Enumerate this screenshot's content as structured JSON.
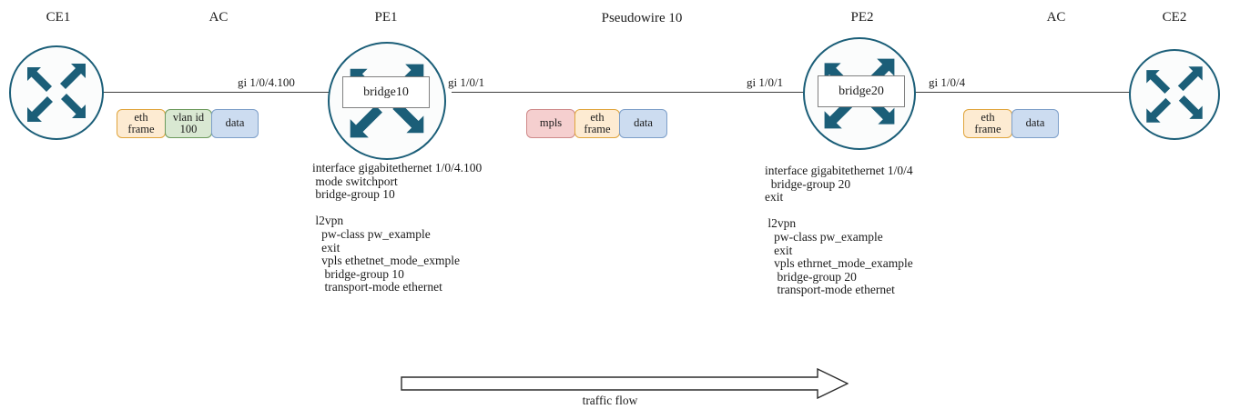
{
  "diagram": {
    "title": "L2VPN VPLS Pseudowire topology",
    "colors": {
      "router_stroke": "#1b5e78",
      "router_fill": "#fbfcfc",
      "arrow_fill": "#1b5e78",
      "link_stroke": "#3d3d3d",
      "bridge_border": "#808080",
      "pkt_eth": "#fdebd2",
      "pkt_vlan": "#d9e8d2",
      "pkt_data": "#ccdcf0",
      "pkt_mpls": "#f5cfcf"
    }
  },
  "nodes": [
    {
      "id": "ce1",
      "label": "CE1",
      "type": "router-icon"
    },
    {
      "id": "pe1",
      "label": "PE1",
      "type": "router-icon",
      "bridge": "bridge10"
    },
    {
      "id": "pe2",
      "label": "PE2",
      "type": "router-icon",
      "bridge": "bridge20"
    },
    {
      "id": "ce2",
      "label": "CE2",
      "type": "router-icon"
    }
  ],
  "segment_labels": [
    {
      "id": "ac-left",
      "label": "AC"
    },
    {
      "id": "pseudowire",
      "label": "Pseudowire 10"
    },
    {
      "id": "ac-right",
      "label": "AC"
    }
  ],
  "interfaces": [
    {
      "id": "if-ce1-pe1",
      "label": "gi 1/0/4.100"
    },
    {
      "id": "if-pe1-core",
      "label": "gi 1/0/1"
    },
    {
      "id": "if-pe2-core",
      "label": "gi 1/0/1"
    },
    {
      "id": "if-pe2-ce2",
      "label": "gi 1/0/4"
    }
  ],
  "packet_stacks": [
    {
      "id": "packet-stack-ac-left",
      "fields": [
        {
          "kind": "eth",
          "text": "eth\nframe"
        },
        {
          "kind": "vlan",
          "text": "vlan id\n100"
        },
        {
          "kind": "data",
          "text": "data"
        }
      ]
    },
    {
      "id": "packet-stack-pseudowire",
      "fields": [
        {
          "kind": "mpls",
          "text": "mpls"
        },
        {
          "kind": "eth",
          "text": "eth\nframe"
        },
        {
          "kind": "data",
          "text": "data"
        }
      ]
    },
    {
      "id": "packet-stack-ac-right",
      "fields": [
        {
          "kind": "eth",
          "text": "eth\nframe"
        },
        {
          "kind": "data",
          "text": "data"
        }
      ]
    }
  ],
  "configs": {
    "pe1": "interface gigabitethernet 1/0/4.100\n mode switchport\n bridge-group 10\n\n l2vpn\n   pw-class pw_example\n   exit\n   vpls ethetnet_mode_exmple\n    bridge-group 10\n    transport-mode ethernet",
    "pe2": "interface gigabitethernet 1/0/4\n  bridge-group 20\nexit\n\n l2vpn\n   pw-class pw_example\n   exit\n   vpls ethrnet_mode_example\n    bridge-group 20\n    transport-mode ethernet"
  },
  "traffic_flow": {
    "label": "traffic flow",
    "direction": "left-to-right"
  }
}
